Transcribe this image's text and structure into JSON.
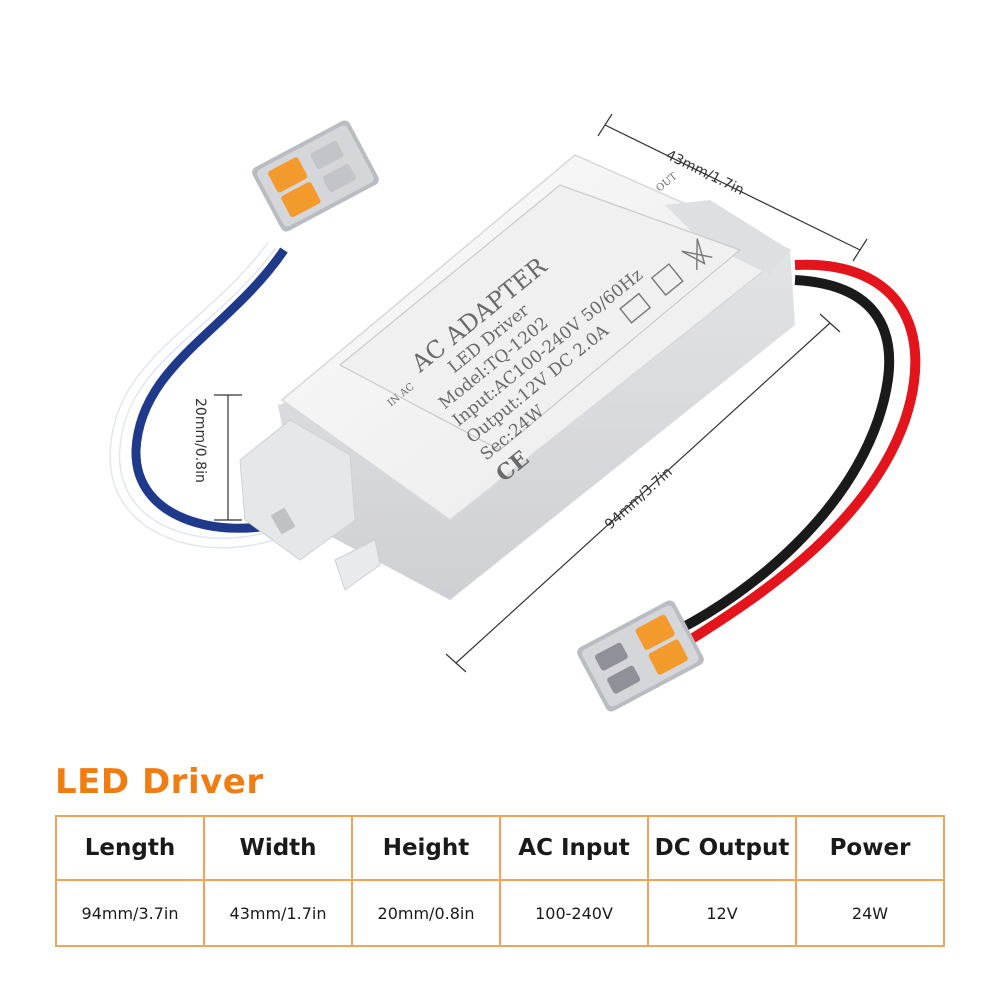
{
  "product": {
    "label_lines": [
      "AC ADAPTER",
      "LED Driver",
      "Model:TQ-1202",
      "Input:AC100-240V 50/60Hz",
      "Output:12V DC 2.0A",
      "Sec:24W"
    ],
    "terminal_in": "IN AC",
    "terminal_out": "OUT",
    "cert_mark": "CE"
  },
  "dimensions": {
    "width": "43mm/1.7in",
    "length": "94mm/3.7in",
    "height": "20mm/0.8in"
  },
  "spec_section": {
    "title": "LED Driver",
    "headers": [
      "Length",
      "Width",
      "Height",
      "AC Input",
      "DC Output",
      "Power"
    ],
    "values": [
      "94mm/3.7in",
      "43mm/1.7in",
      "20mm/0.8in",
      "100-240V",
      "12V",
      "24W"
    ]
  },
  "colors": {
    "accent": "#f07d12",
    "table_border": "#f3a35a",
    "wire_red": "#e3141b",
    "wire_blue": "#1f3a8a",
    "connector_orange": "#f39a2d"
  }
}
